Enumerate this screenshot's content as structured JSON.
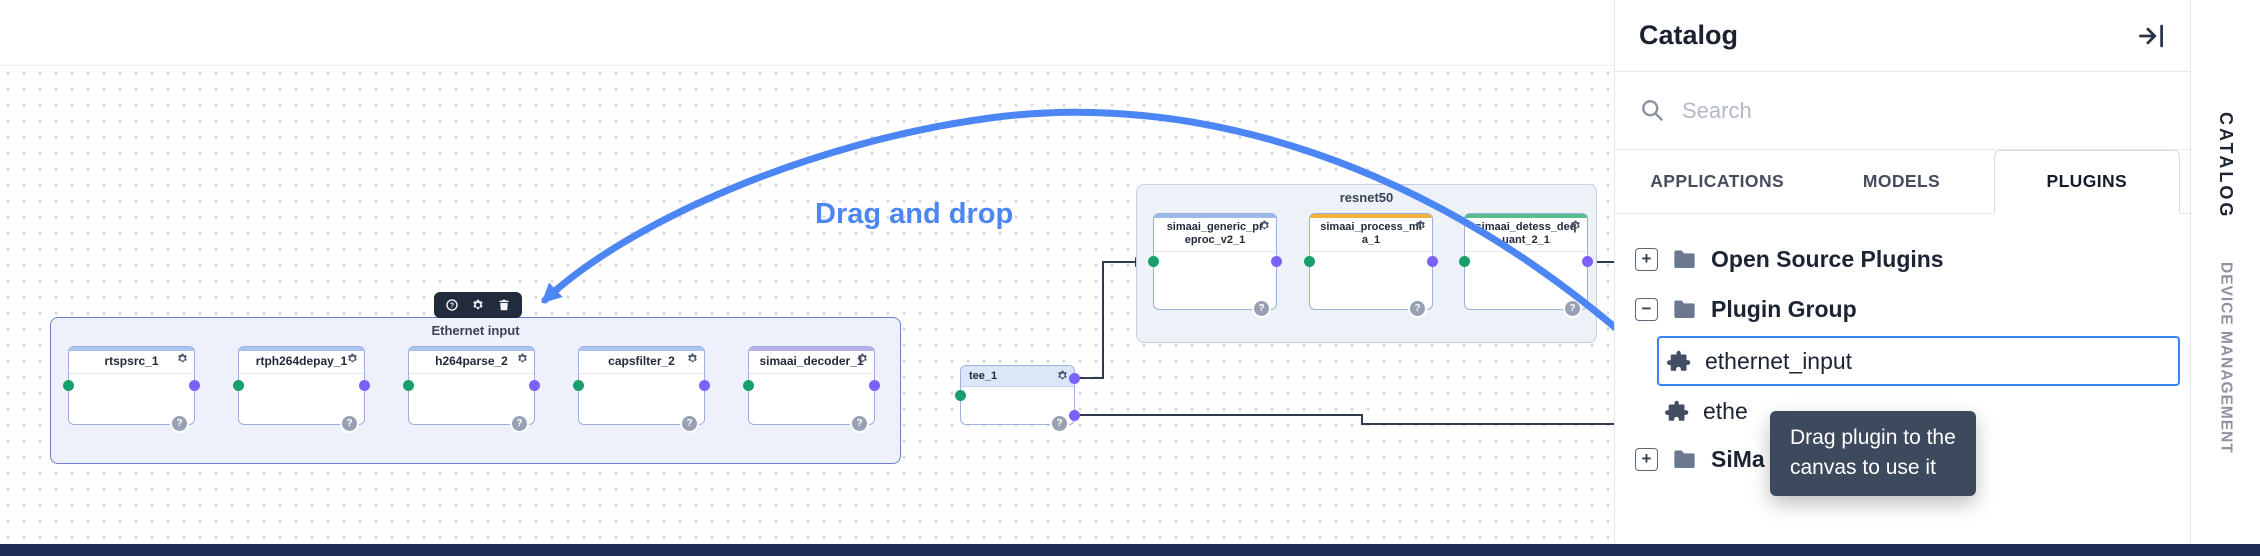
{
  "canvas": {
    "drag_hint": "Drag and drop",
    "node_badge": "?",
    "groups": [
      {
        "label": "Ethernet input",
        "nodes": [
          {
            "label": "rtspsrc_1",
            "top_color": "#a9c5ee"
          },
          {
            "label": "rtph264depay_1",
            "top_color": "#a9c5ee"
          },
          {
            "label": "h264parse_2",
            "top_color": "#a9c5ee"
          },
          {
            "label": "capsfilter_2",
            "top_color": "#a9c5ee"
          },
          {
            "label": "simaai_decoder_1",
            "top_color": "#b9aee8"
          }
        ]
      },
      {
        "label": "resnet50",
        "nodes": [
          {
            "label": "simaai_generic_preproc_v2_1",
            "top_color": "#9db9e8"
          },
          {
            "label": "simaai_process_mla_1",
            "top_color": "#f1b23e"
          },
          {
            "label": "simaai_detess_dequant_2_1",
            "top_color": "#56bd8d"
          }
        ]
      }
    ],
    "nodes": [
      {
        "label": "tee_1"
      }
    ]
  },
  "catalog": {
    "title": "Catalog",
    "search_placeholder": "Search",
    "tabs": [
      {
        "label": "APPLICATIONS"
      },
      {
        "label": "MODELS"
      },
      {
        "label": "PLUGINS",
        "active": true
      }
    ],
    "tree": [
      {
        "label": "Open Source Plugins",
        "expander": "+"
      },
      {
        "label": "Plugin Group",
        "expander": "−"
      },
      {
        "label": "ethernet_input",
        "selected": true
      },
      {
        "label": "ethe"
      },
      {
        "label": "SiMa Plugins",
        "expander": "+"
      }
    ],
    "tooltip": {
      "line1": "Drag plugin to the",
      "line2": "canvas to use it"
    }
  },
  "side_tabs": [
    {
      "label": "CATALOG",
      "active": true
    },
    {
      "label": "DEVICE MANAGEMENT"
    }
  ],
  "colors": {
    "accent": "#4c86f5",
    "selection": "#3c83f6",
    "tooltip_bg": "#3d4a5d",
    "bottom_bar": "#1d2b55",
    "port_in": "#18a06c",
    "port_out": "#7b61ff"
  }
}
